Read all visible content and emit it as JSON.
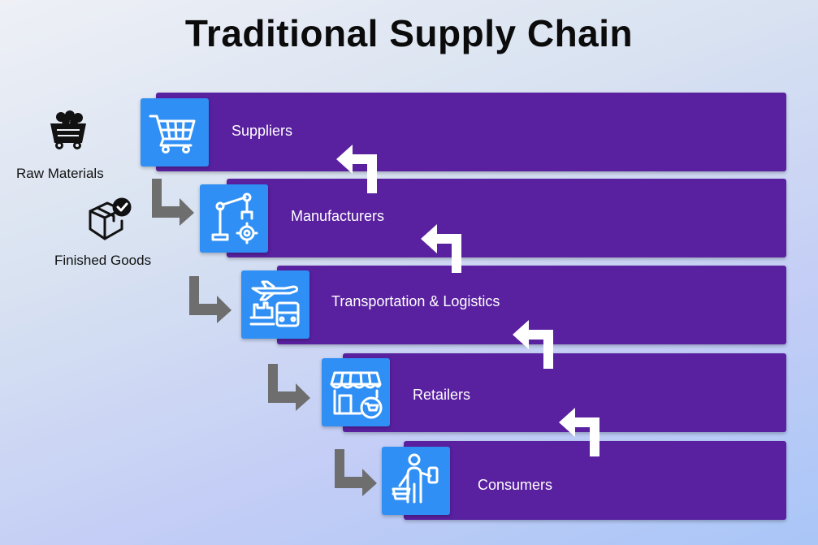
{
  "title": "Traditional Supply Chain",
  "stages": [
    {
      "label": "Suppliers",
      "icon": "shopping-cart-icon"
    },
    {
      "label": "Manufacturers",
      "icon": "robot-arm-icon"
    },
    {
      "label": "Transportation & Logistics",
      "icon": "transport-icon"
    },
    {
      "label": "Retailers",
      "icon": "storefront-icon"
    },
    {
      "label": "Consumers",
      "icon": "shopper-icon"
    }
  ],
  "side": {
    "raw_materials": "Raw Materials",
    "finished_goods": "Finished Goods"
  },
  "colors": {
    "bar": "#5920a0",
    "icon_box": "#2f8ff5",
    "forward_arrow": "#6e6e6e",
    "return_arrow": "#ffffff"
  }
}
